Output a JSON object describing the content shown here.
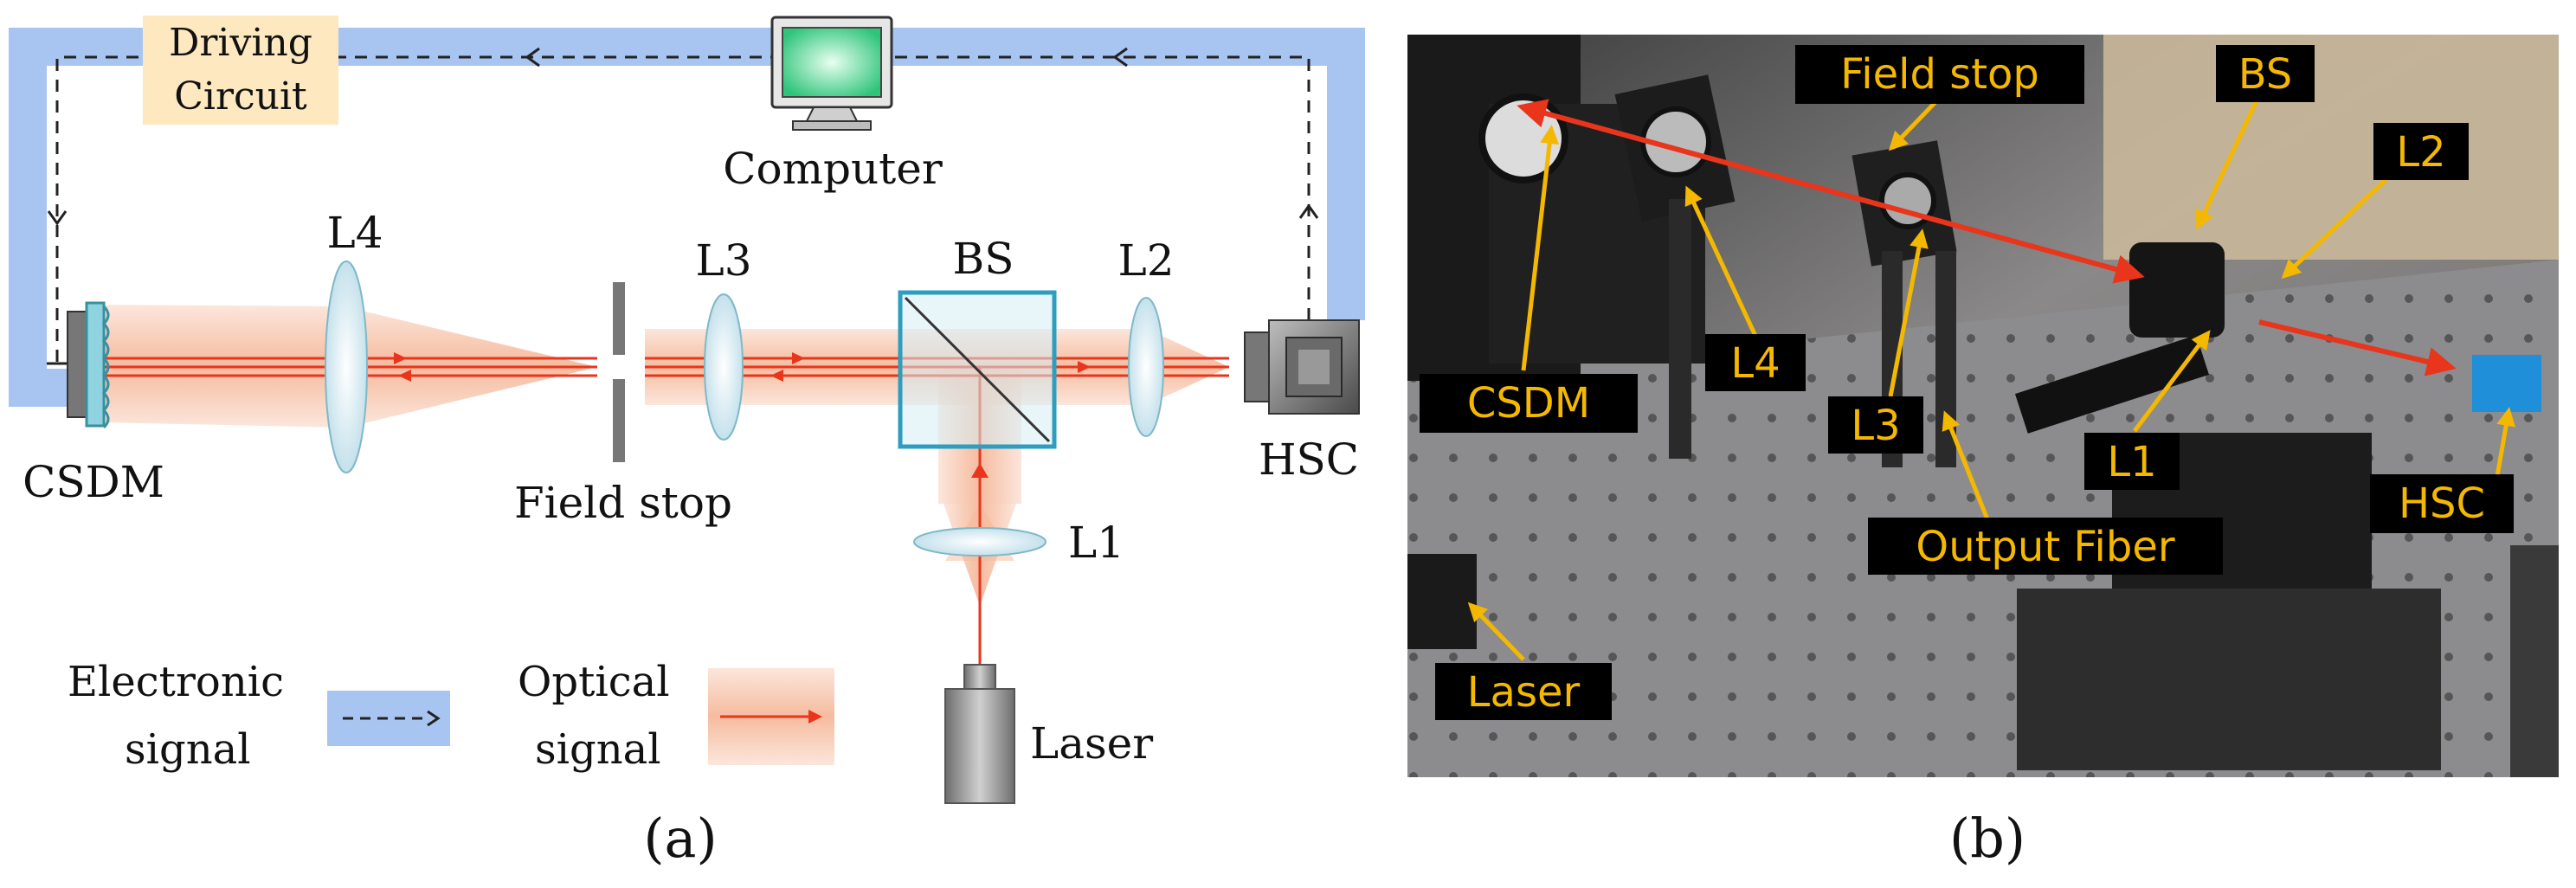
{
  "panel_a": {
    "caption": "(a)",
    "labels": {
      "driving_circuit_line1": "Driving",
      "driving_circuit_line2": "Circuit",
      "computer": "Computer",
      "csdm": "CSDM",
      "l4": "L4",
      "l3": "L3",
      "bs": "BS",
      "l2": "L2",
      "hsc": "HSC",
      "field_stop": "Field stop",
      "l1": "L1",
      "laser": "Laser"
    },
    "legend": {
      "electronic_line1": "Electronic",
      "electronic_line2": "signal",
      "optical_line1": "Optical",
      "optical_line2": "signal"
    }
  },
  "panel_b": {
    "caption": "(b)",
    "labels": {
      "field_stop": "Field stop",
      "bs": "BS",
      "l2": "L2",
      "csdm": "CSDM",
      "l4": "L4",
      "l3": "L3",
      "l1": "L1",
      "hsc": "HSC",
      "output_fiber": "Output Fiber",
      "laser": "Laser"
    }
  },
  "colors": {
    "electronic_signal": "#a8c4f0",
    "optical_beam": "#f5b89a",
    "laser_ray": "#e8351c",
    "label_box": "#000000",
    "label_text": "#f5b800",
    "pointer_arrow": "#f5b800",
    "photo_beam_arrow": "#e8351c",
    "driving_circuit_fill": "#fde8c0"
  }
}
